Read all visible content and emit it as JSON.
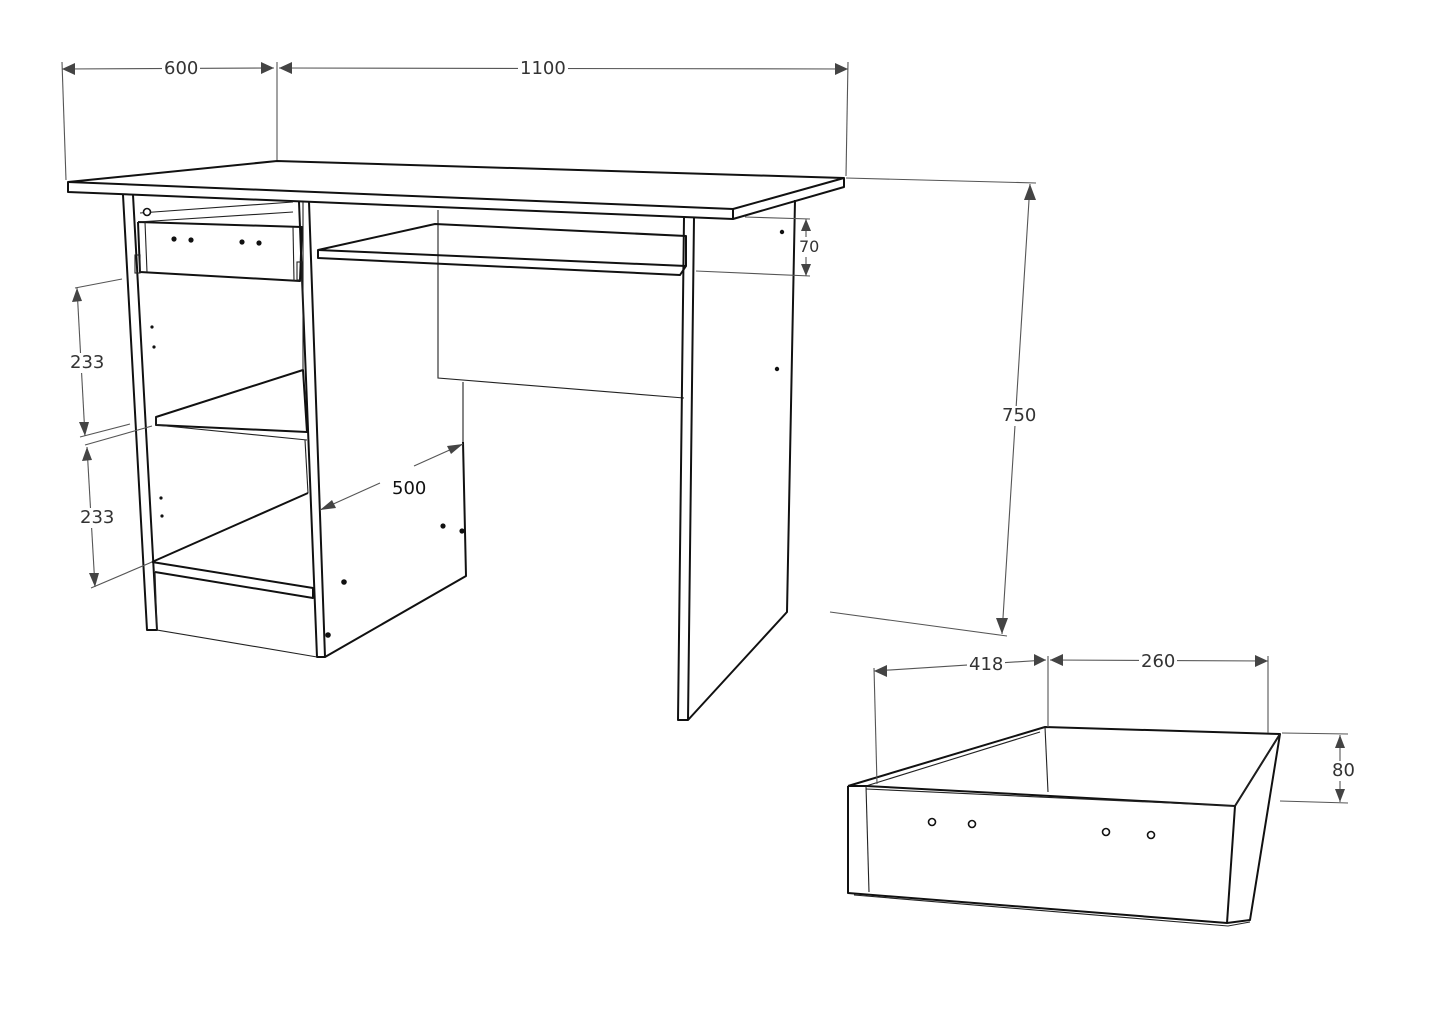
{
  "diagram": {
    "title": "",
    "subject": "Computer desk with drawer and shelves — dimension drawing (mm)",
    "desk": {
      "dimensions": {
        "depth": "600",
        "width": "1100",
        "height": "750",
        "keyboard_shelf_offset": "70",
        "shelf_spacing_upper": "233",
        "shelf_spacing_lower": "233",
        "pedestal_depth": "500"
      }
    },
    "drawer": {
      "dimensions": {
        "depth": "418",
        "width": "260",
        "height": "80"
      }
    },
    "colors": {
      "line": "#111111",
      "dimension_line": "#555555",
      "background": "#ffffff"
    }
  }
}
